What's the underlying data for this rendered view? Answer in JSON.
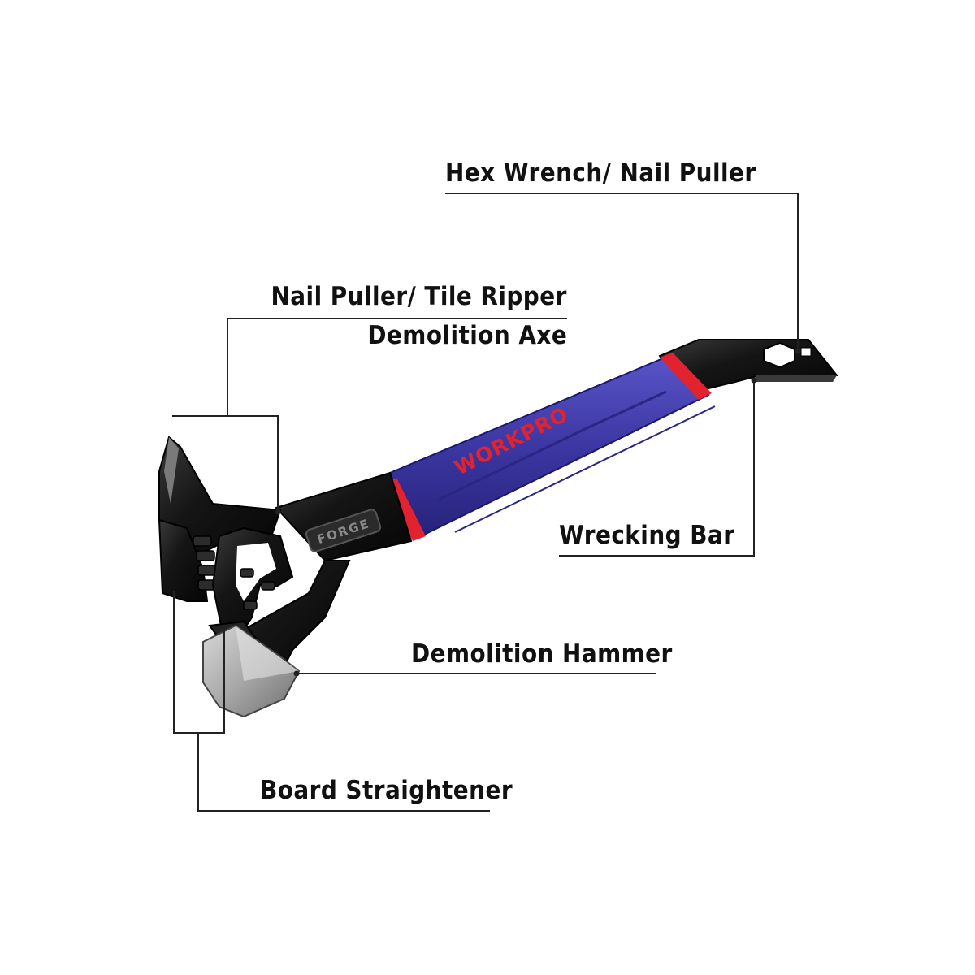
{
  "callouts": {
    "hex_wrench": "Hex Wrench/ Nail Puller",
    "nail_puller_line1": "Nail Puller/ Tile Ripper",
    "nail_puller_line2": "Demolition Axe",
    "wrecking_bar": "Wrecking Bar",
    "demolition_hammer": "Demolition Hammer",
    "board_straightener": "Board Straightener"
  },
  "tool": {
    "brand": "WORKPRO",
    "stamp": "FORGE"
  },
  "colors": {
    "handle_blue": "#3f3aa6",
    "accent_red": "#e2222e",
    "steel_black": "#151515",
    "callout_line": "#222222"
  }
}
